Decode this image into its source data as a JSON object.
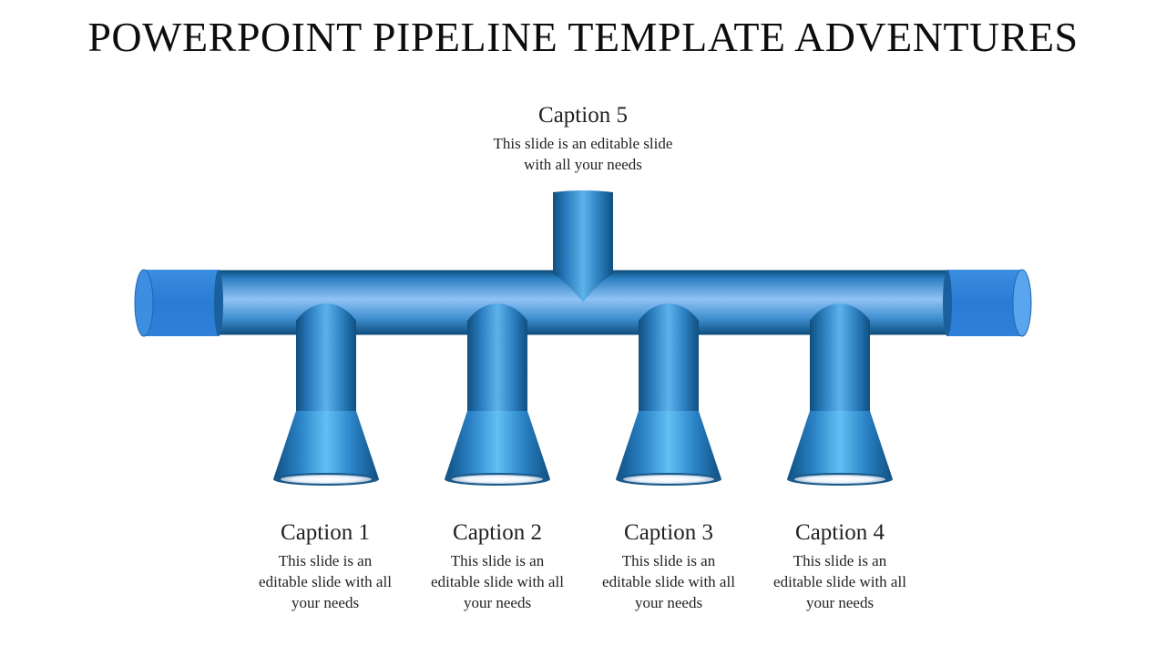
{
  "slide": {
    "title": "POWERPOINT PIPELINE TEMPLATE ADVENTURES"
  },
  "colors": {
    "pipe_dark": "#0f4f80",
    "pipe_mid": "#2c7fc0",
    "pipe_light": "#8fc3f5",
    "cap_blue": "#2f80d8",
    "nozzle_light": "#5dbcf2"
  },
  "captions": [
    {
      "title": "Caption 1",
      "text": "This slide is an editable slide with all your needs"
    },
    {
      "title": "Caption 2",
      "text": "This slide is an editable slide with all your needs"
    },
    {
      "title": "Caption 3",
      "text": "This slide is an editable slide with all your needs"
    },
    {
      "title": "Caption 4",
      "text": "This slide is an editable slide with all your needs"
    },
    {
      "title": "Caption 5",
      "text": "This slide is an editable slide with all your needs"
    }
  ]
}
